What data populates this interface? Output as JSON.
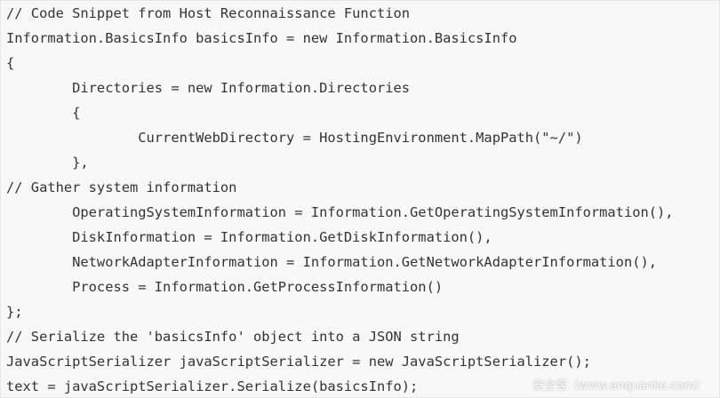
{
  "code": {
    "lines": [
      "// Code Snippet from Host Reconnaissance Function",
      "Information.BasicsInfo basicsInfo = new Information.BasicsInfo",
      "{",
      "        Directories = new Information.Directories",
      "        {",
      "                CurrentWebDirectory = HostingEnvironment.MapPath(\"~/\")",
      "        },",
      "// Gather system information",
      "        OperatingSystemInformation = Information.GetOperatingSystemInformation(),",
      "        DiskInformation = Information.GetDiskInformation(),",
      "        NetworkAdapterInformation = Information.GetNetworkAdapterInformation(),",
      "        Process = Information.GetProcessInformation()",
      "};",
      "// Serialize the 'basicsInfo' object into a JSON string",
      "JavaScriptSerializer javaScriptSerializer = new JavaScriptSerializer();",
      "text = javaScriptSerializer.Serialize(basicsInfo);"
    ]
  },
  "watermark": {
    "text": "安全客（www.anquanke.com）"
  }
}
